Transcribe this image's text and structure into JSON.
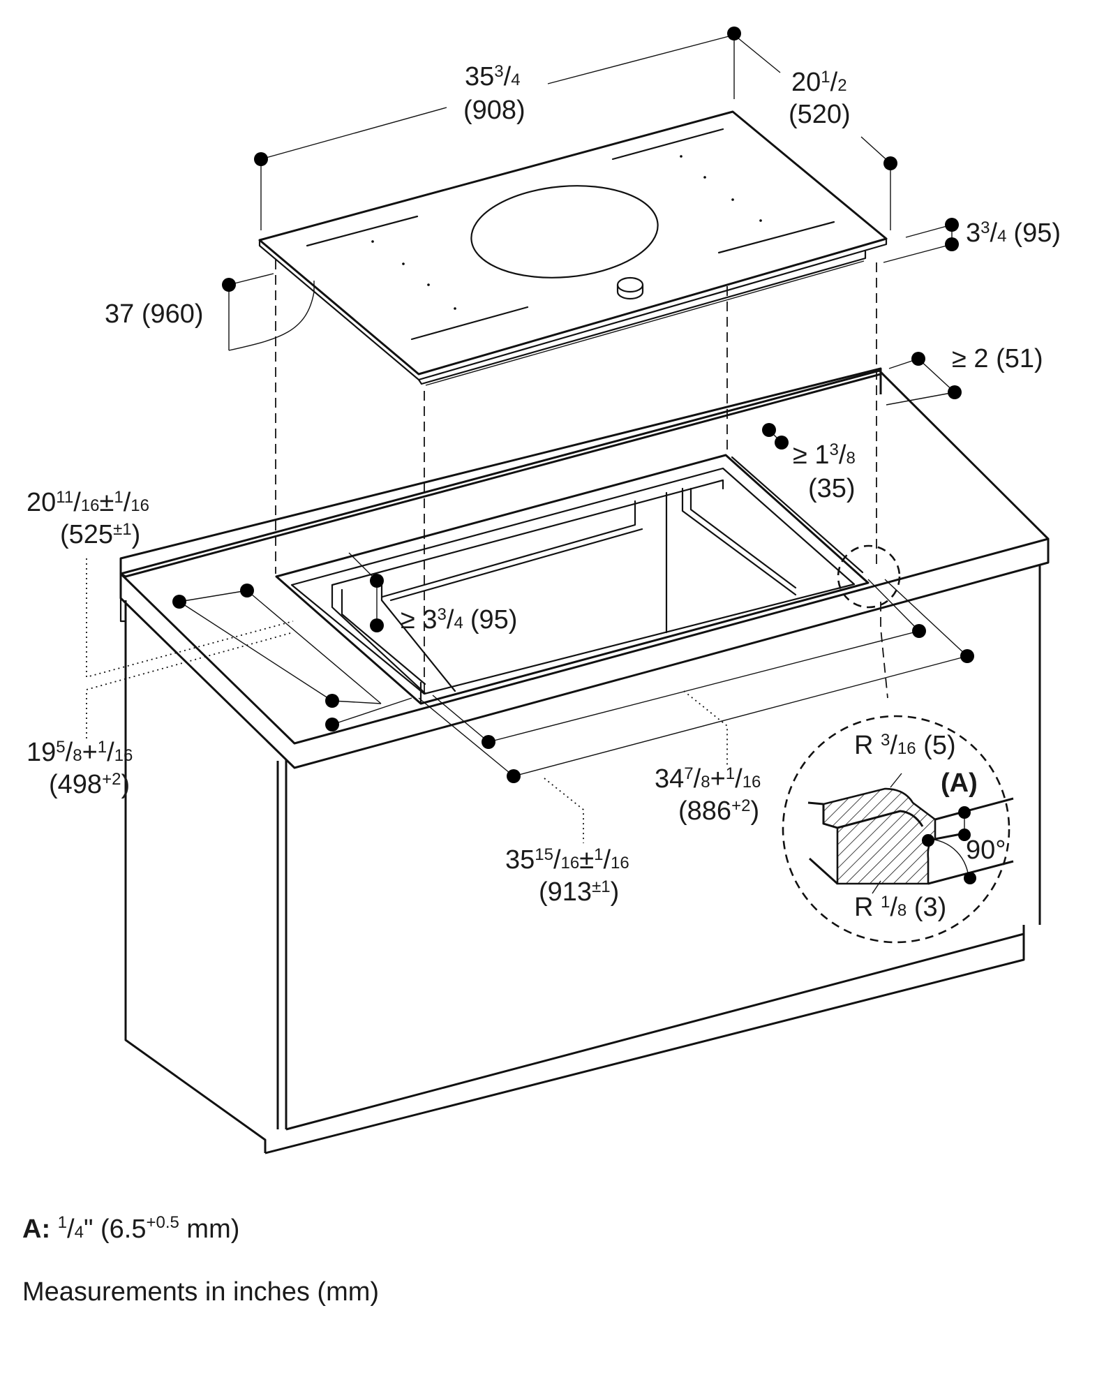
{
  "dimensions": {
    "cooktop_width": {
      "whole": "35",
      "num": "3",
      "den": "4",
      "mm": "(908)"
    },
    "cooktop_depth": {
      "whole": "20",
      "num": "1",
      "den": "2",
      "mm": "(520)"
    },
    "cooktop_height": {
      "whole": "3",
      "num": "3",
      "den": "4",
      "mm": "(95)"
    },
    "front_depth": {
      "text": "37 (960)"
    },
    "rear_clearance": {
      "text": "≥ 2 (51)"
    },
    "side_clearance": {
      "prefix": "≥ 1",
      "num": "3",
      "den": "8",
      "mm": "(35)"
    },
    "front_clearance": {
      "prefix": "≥ 3",
      "num": "3",
      "den": "4",
      "mm": "(95)"
    },
    "recess_depth": {
      "whole": "20",
      "num": "11",
      "den": "16",
      "tol_sign": "±",
      "tol_num": "1",
      "tol_den": "16",
      "mm": "(525",
      "mm_tol": "±1",
      "mm_close": ")"
    },
    "cutout_depth": {
      "whole": "19",
      "num": "5",
      "den": "8",
      "tol_sign": "+",
      "tol_num": "1",
      "tol_den": "16",
      "mm": "(498",
      "mm_tol": "+2",
      "mm_close": ")"
    },
    "recess_width": {
      "whole": "35",
      "num": "15",
      "den": "16",
      "tol_sign": "±",
      "tol_num": "1",
      "tol_den": "16",
      "mm": "(913",
      "mm_tol": "±1",
      "mm_close": ")"
    },
    "cutout_width": {
      "whole": "34",
      "num": "7",
      "den": "8",
      "tol_sign": "+",
      "tol_num": "1",
      "tol_den": "16",
      "mm": "(886",
      "mm_tol": "+2",
      "mm_close": ")"
    }
  },
  "detail": {
    "radius_top": {
      "prefix": "R ",
      "num": "3",
      "den": "16",
      "mm": " (5)"
    },
    "radius_bottom": {
      "prefix": "R ",
      "num": "1",
      "den": "8",
      "mm": " (3)"
    },
    "marker": "(A)",
    "angle": "90°"
  },
  "notes": {
    "a_label": "A:",
    "a_num": "1",
    "a_den": "4",
    "a_unit": "\" (6.5",
    "a_tol": "+0.5",
    "a_end": " mm)",
    "units": "Measurements in inches (mm)"
  }
}
